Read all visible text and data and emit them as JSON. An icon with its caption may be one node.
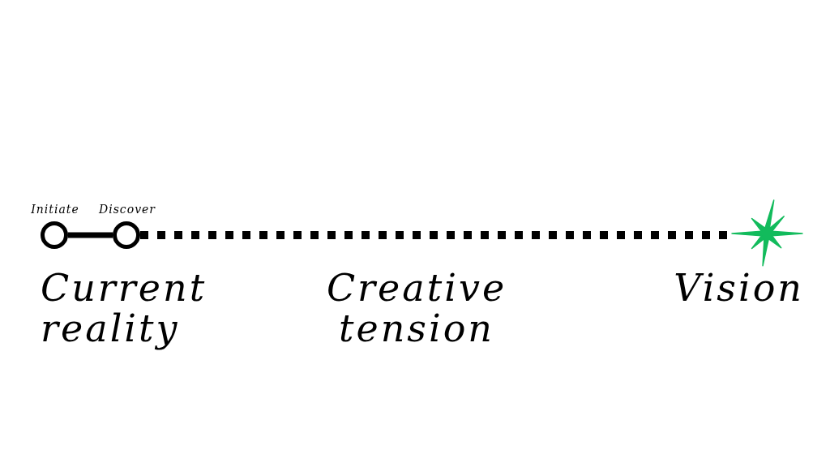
{
  "diagram": {
    "nodes": [
      {
        "text": [],
        "shape": "circle",
        "beside": [
          "Initiate"
        ]
      },
      {
        "text": [],
        "shape": "circle",
        "beside": [
          "Discover"
        ]
      },
      {
        "text": [],
        "shape": "star",
        "beside": [
          "Vision"
        ]
      }
    ],
    "edges": [
      {
        "from": 0,
        "to": 1,
        "arrow": "none"
      },
      {
        "from": 1,
        "to": 2,
        "arrow": "none",
        "style": "dashed"
      }
    ],
    "labels": [
      "Current reality",
      "Creative tension"
    ]
  }
}
